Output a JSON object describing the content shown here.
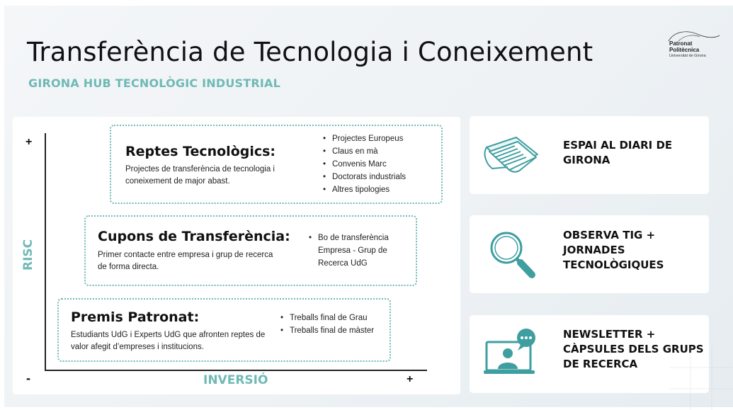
{
  "header": {
    "title": "Transferència de Tecnologia i Coneixement",
    "subtitle": "GIRONA HUB TECNOLÒGIC INDUSTRIAL"
  },
  "logo": {
    "line1": "Patronat",
    "line2": "Politècnica",
    "line3": "Universitat de Girona"
  },
  "chart": {
    "y_axis_label": "RISC",
    "x_axis_label": "INVERSIÓ",
    "y_plus": "+",
    "origin_minus": "-",
    "x_plus": "+"
  },
  "tiers": [
    {
      "title": "Reptes Tecnològics:",
      "description": "Projectes de transferència de tecnologia i coneixement de major abast.",
      "items": [
        "Projectes Europeus",
        "Claus en mà",
        "Convenis Marc",
        "Doctorats industrials",
        "Altres tipologies"
      ]
    },
    {
      "title": "Cupons de Transferència:",
      "description": "Primer contacte entre empresa i grup de recerca de forma directa.",
      "items": [
        "Bo de transferència Empresa - Grup de Recerca UdG"
      ]
    },
    {
      "title": "Premis Patronat:",
      "description": "Estudiants UdG i Experts UdG que afronten reptes de valor afegit d’empreses i institucions.",
      "items": [
        "Treballs final de Grau",
        "Treballs final de màster"
      ]
    }
  ],
  "cards": [
    {
      "label": "ESPAI AL DIARI DE GIRONA",
      "icon": "newspaper-icon"
    },
    {
      "label": "OBSERVA TIG + JORNADES TECNOLÒGIQUES",
      "icon": "magnifier-icon"
    },
    {
      "label": "NEWSLETTER + CÀPSULES DELS GRUPS DE RECERCA",
      "icon": "video-chat-icon"
    }
  ],
  "colors": {
    "accent": "#6fb9b6",
    "icon_teal": "#3f9ea0",
    "text": "#111111"
  }
}
